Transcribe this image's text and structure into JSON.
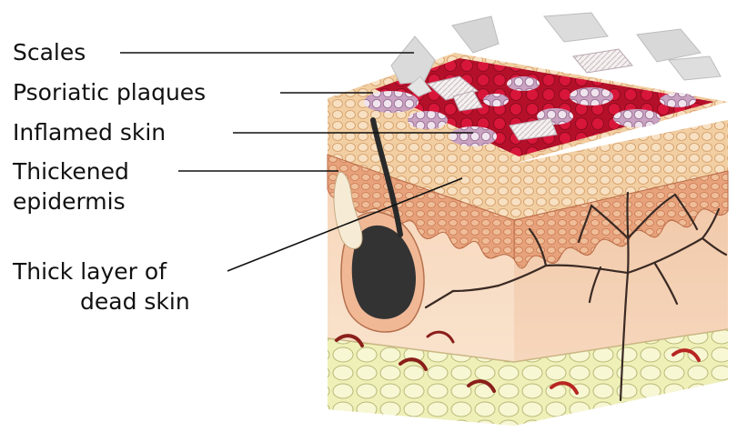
{
  "labels": {
    "scales": "Scales",
    "psoriatic_plaques": "Psoriatic plaques",
    "inflamed_skin": "Inflamed skin",
    "thickened_line1": "Thickened",
    "thickened_line2": "epidermis",
    "dead_skin_line1": "Thick layer of",
    "dead_skin_line2": "dead skin"
  },
  "colors": {
    "plaque_red": "#c8102e",
    "cell_pink": "#e9cfd6",
    "epidermis_tan": "#f0c89a",
    "dermis_peach": "#f7d8b8",
    "fat_layer": "#f3f0c2",
    "hair_dark": "#333333",
    "scale_grey": "#d9d9d9"
  }
}
